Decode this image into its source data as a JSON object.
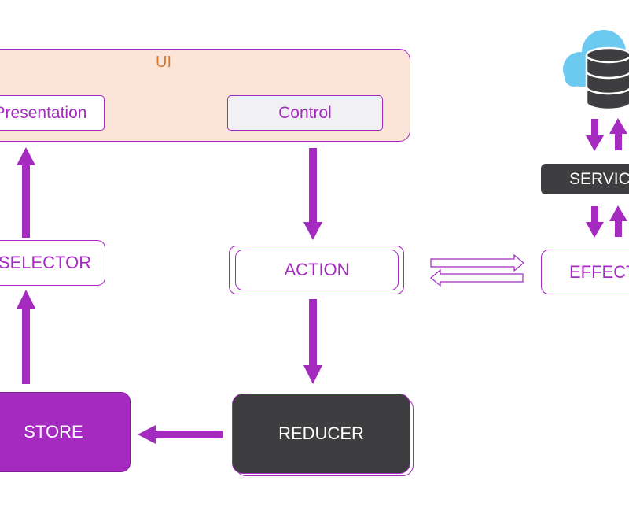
{
  "ui_panel": {
    "title": "UI"
  },
  "presentation": {
    "label": "Presentation"
  },
  "control": {
    "label": "Control"
  },
  "selector": {
    "label": "SELECTOR"
  },
  "action": {
    "label": "ACTION"
  },
  "store": {
    "label": "STORE"
  },
  "reducer": {
    "label": "REDUCER"
  },
  "service": {
    "label": "SERVICE"
  },
  "effects": {
    "label": "EFFECTS"
  },
  "icons": [
    "cloud-database-icon"
  ],
  "colors": {
    "accent": "#a42ac0",
    "dark": "#3e3d3f",
    "ui_panel_fill": "#fbe4d8",
    "ui_title": "#d87a36",
    "cloud": "#6cc9ef",
    "database": "#3e3d3f"
  }
}
